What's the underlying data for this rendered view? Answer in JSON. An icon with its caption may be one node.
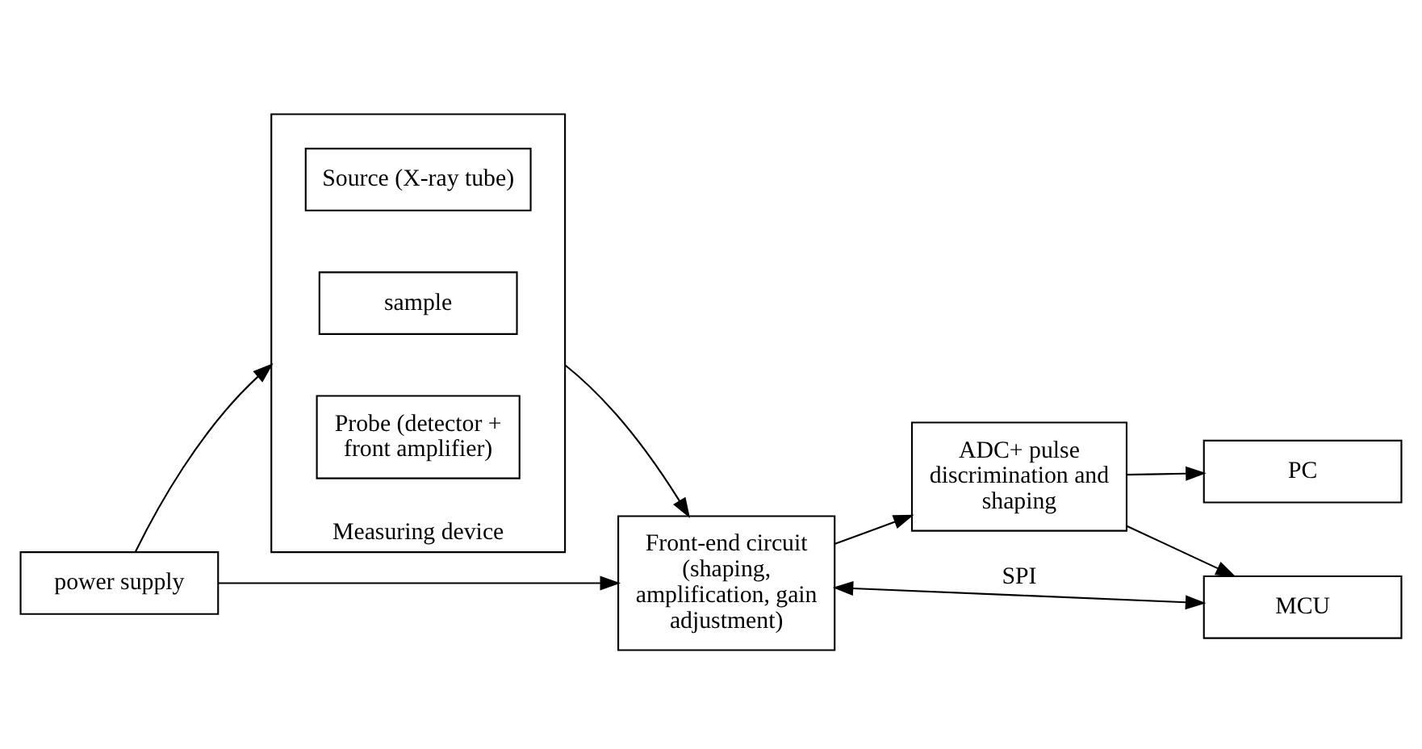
{
  "diagram": {
    "nodes": [
      {
        "text": [
          "Measuring device"
        ]
      },
      {
        "text": [
          "Source (X-ray tube)"
        ],
        "in": 0
      },
      {
        "text": [
          "sample"
        ],
        "in": 0
      },
      {
        "text": [
          "Probe (detector + front amplifier)"
        ],
        "in": 0
      },
      {
        "text": [
          "Front-end circuit (shaping, amplification, gain adjustment)"
        ]
      },
      {
        "text": [
          "ADC+ pulse discrimination and shaping"
        ]
      },
      {
        "text": [
          "MCU"
        ]
      },
      {
        "text": [
          "power supply"
        ]
      },
      {
        "text": [
          "PC"
        ]
      }
    ],
    "edges": [
      {
        "from": 0,
        "to": 4,
        "arrow": "to"
      },
      {
        "from": 4,
        "to": 5,
        "arrow": "to"
      },
      {
        "from": 5,
        "to": 6,
        "arrow": "to"
      },
      {
        "from": 4,
        "to": 6,
        "arrow": "both",
        "label": "SPI"
      },
      {
        "from": 7,
        "to": 4,
        "arrow": "to"
      },
      {
        "from": 7,
        "to": 0,
        "arrow": "to"
      },
      {
        "from": 5,
        "to": 8,
        "arrow": "to"
      }
    ]
  }
}
